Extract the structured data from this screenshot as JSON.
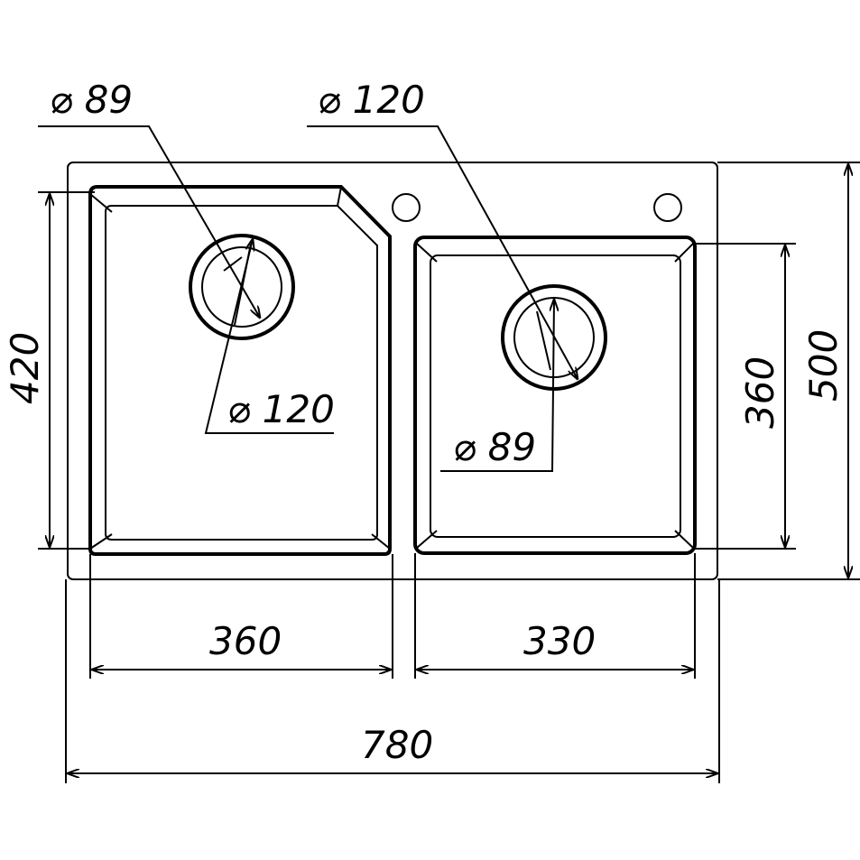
{
  "labels": {
    "left_drain_inner": "⌀ 89",
    "right_drain_outer": "⌀ 120",
    "left_drain_outer": "⌀ 120",
    "right_drain_inner": "⌀ 89",
    "left_bowl_depth": "420",
    "right_bowl_depth": "360",
    "overall_depth": "500",
    "left_bowl_width": "360",
    "right_bowl_width": "330",
    "overall_width": "780"
  },
  "colors": {
    "line": "#000000",
    "background": "#ffffff"
  }
}
